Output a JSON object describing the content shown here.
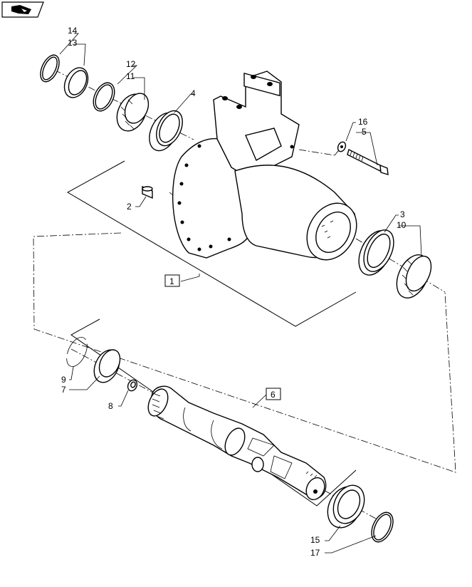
{
  "diagram": {
    "callouts": [
      {
        "id": "c14",
        "text": "14"
      },
      {
        "id": "c13",
        "text": "13"
      },
      {
        "id": "c12",
        "text": "12"
      },
      {
        "id": "c11",
        "text": "11"
      },
      {
        "id": "c4",
        "text": "4"
      },
      {
        "id": "c16",
        "text": "16"
      },
      {
        "id": "c5",
        "text": "5"
      },
      {
        "id": "c2",
        "text": "2"
      },
      {
        "id": "c3",
        "text": "3"
      },
      {
        "id": "c10",
        "text": "10"
      },
      {
        "id": "c1",
        "text": "1"
      },
      {
        "id": "c9",
        "text": "9"
      },
      {
        "id": "c7",
        "text": "7"
      },
      {
        "id": "c8",
        "text": "8"
      },
      {
        "id": "c6",
        "text": "6"
      },
      {
        "id": "c15",
        "text": "15"
      },
      {
        "id": "c17",
        "text": "17"
      }
    ]
  }
}
